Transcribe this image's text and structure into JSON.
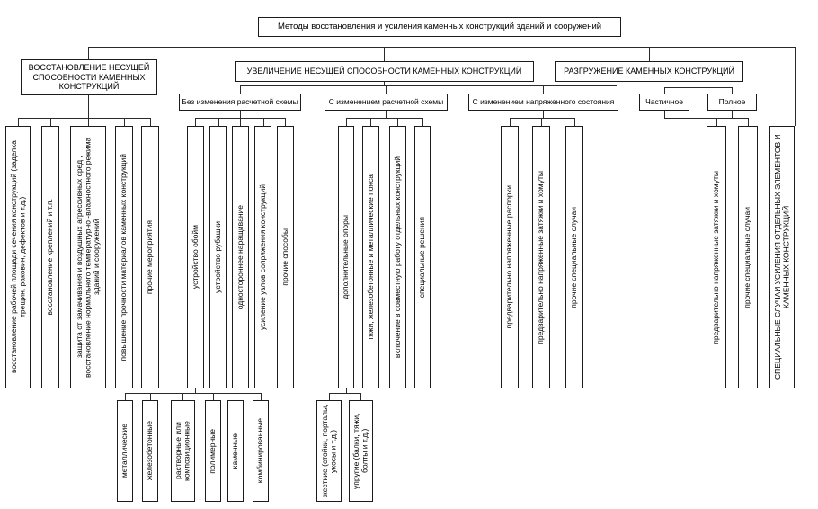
{
  "tree": {
    "root": "Методы восстановления и усиления каменных конструкций зданий и сооружений",
    "b1": {
      "label": "ВОССТАНОВЛЕНИЕ НЕСУЩЕЙ СПОСОБНОСТИ КАМЕННЫХ КОНСТРУКЦИЙ",
      "items": [
        "восстановление рабочей площади сечения конструкций (заделка трещин, раковин, дефектов и т.д.)",
        "восстановление креплений и т.п.",
        "защита от замачивания и воздушных агрессивных сред , восстановление нормального температурно -влажностного режима зданий и сооружений",
        "повышение прочности материалов каменных конструкций",
        "прочие мероприятия"
      ]
    },
    "b2": {
      "label": "УВЕЛИЧЕНИЕ НЕСУЩЕЙ СПОСОБНОСТИ КАМЕННЫХ КОНСТРУКЦИЙ",
      "s1": {
        "label": "Без изменения расчетной схемы",
        "items": [
          "устройство обойм",
          "устройство рубашки",
          "одностороннее наращивание",
          "усиление узлов сопряжения конструкций",
          "прочие способы"
        ],
        "types": [
          "металлические",
          "железобетонные",
          "растворные или композиционные",
          "полимерные",
          "каменные",
          "комбинированные"
        ]
      },
      "s2": {
        "label": "С изменением расчетной схемы",
        "items": [
          "дополнительные опоры",
          "тяжи, железобетонные и металлические пояса",
          "включение в совместную работу отдельных конструкций",
          "специальные решения"
        ],
        "types": [
          "жесткие (стойки, порталы, укосы и т.д.)",
          "упругие (балки, тяжи, болты и т.д.)"
        ]
      },
      "s3": {
        "label": "С изменением напряженного состояния",
        "items": [
          "предварительно напряженные распорки",
          "предварительно напряженные затяжки и хомуты",
          "прочие специальные случаи"
        ]
      }
    },
    "b3": {
      "label": "РАЗГРУЖЕНИЕ КАМЕННЫХ КОНСТРУКЦИЙ",
      "partial": "Частичное",
      "full": "Полное",
      "items": [
        "предварительно напряженные затяжки и хомуты",
        "прочие специальные случаи"
      ]
    },
    "b4": "СПЕЦИАЛЬНЫЕ СЛУЧАИ УСИЛЕНИЯ ОТДЕЛЬНЫХ ЭЛЕМЕНТОВ И КАМЕННЫХ КОНСТРУКЦИЙ"
  }
}
